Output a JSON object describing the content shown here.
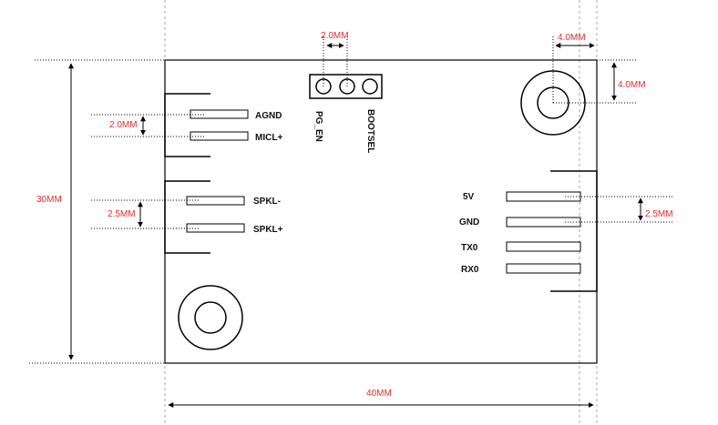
{
  "colors": {
    "dimension": "#e03030",
    "outline": "#000000",
    "guide": "#999999"
  },
  "dimensions": {
    "pin_pitch_top": "2.0MM",
    "hole_offset_x": "4.0MM",
    "hole_offset_y": "4.0MM",
    "left_pitch_top": "2.0MM",
    "left_pitch_bottom": "2.5MM",
    "right_pitch": "2.5MM",
    "height": "30MM",
    "width": "40MM"
  },
  "labels": {
    "agnd": "AGND",
    "micl": "MICL+",
    "spkl_minus": "SPKL-",
    "spkl_plus": "SPKL+",
    "pg_en": "PG_EN",
    "bootsel": "BOOTSEL",
    "v5": "5V",
    "gnd": "GND",
    "tx0": "TX0",
    "rx0": "RX0"
  }
}
